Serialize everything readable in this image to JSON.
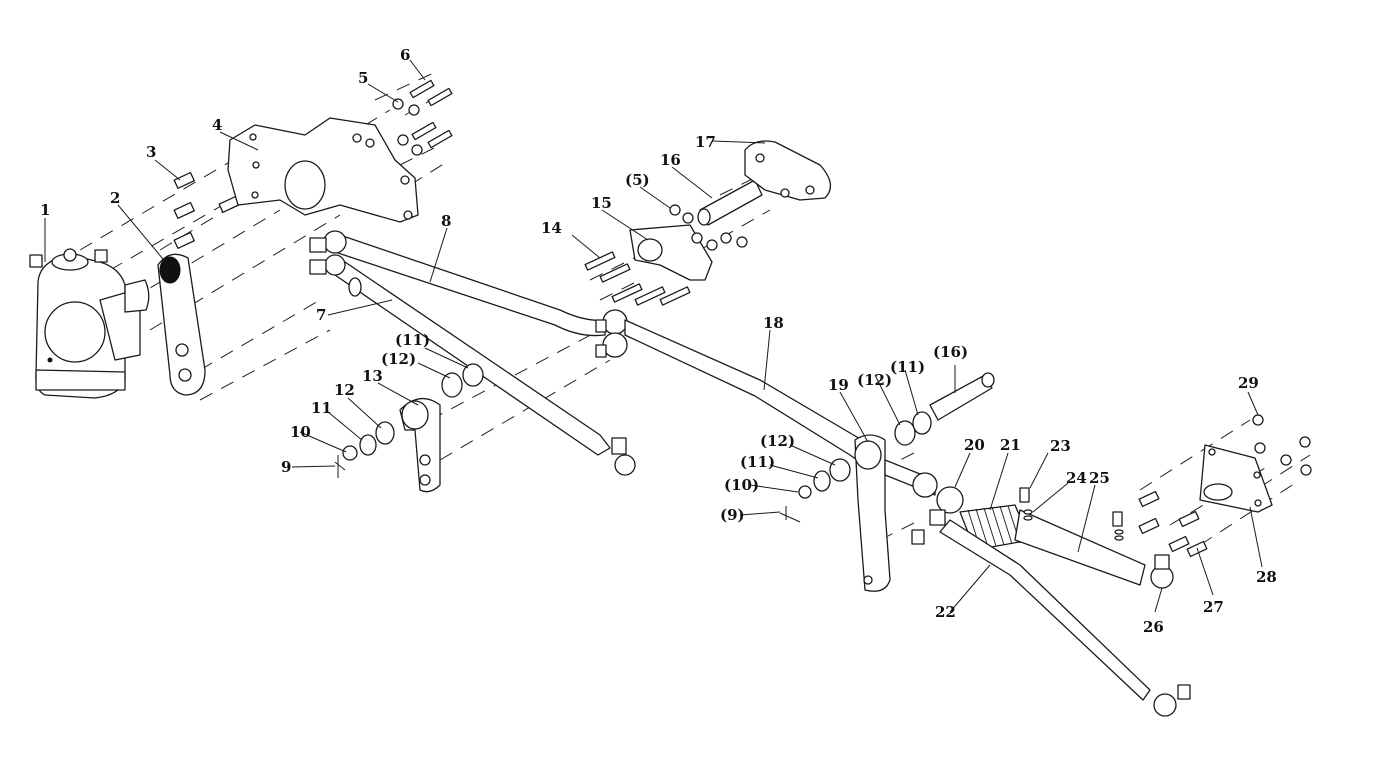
{
  "diagram": {
    "title": "Steering linkage exploded view",
    "callouts": [
      {
        "id": "c1",
        "label": "1"
      },
      {
        "id": "c2",
        "label": "2"
      },
      {
        "id": "c3",
        "label": "3"
      },
      {
        "id": "c4",
        "label": "4"
      },
      {
        "id": "c5",
        "label": "5"
      },
      {
        "id": "c6",
        "label": "6"
      },
      {
        "id": "c7",
        "label": "7"
      },
      {
        "id": "c8",
        "label": "8"
      },
      {
        "id": "c9",
        "label": "9"
      },
      {
        "id": "c10",
        "label": "10"
      },
      {
        "id": "c11",
        "label": "11"
      },
      {
        "id": "c12",
        "label": "12"
      },
      {
        "id": "c13",
        "label": "13"
      },
      {
        "id": "c11b",
        "label": "(11)"
      },
      {
        "id": "c12b",
        "label": "(12)"
      },
      {
        "id": "c14",
        "label": "14"
      },
      {
        "id": "c15",
        "label": "15"
      },
      {
        "id": "c5b",
        "label": "(5)"
      },
      {
        "id": "c16",
        "label": "16"
      },
      {
        "id": "c17",
        "label": "17"
      },
      {
        "id": "c18",
        "label": "18"
      },
      {
        "id": "c19",
        "label": "19"
      },
      {
        "id": "c12c",
        "label": "(12)"
      },
      {
        "id": "c11c",
        "label": "(11)"
      },
      {
        "id": "c16b",
        "label": "(16)"
      },
      {
        "id": "c12d",
        "label": "(12)"
      },
      {
        "id": "c11d",
        "label": "(11)"
      },
      {
        "id": "c10b",
        "label": "(10)"
      },
      {
        "id": "c9b",
        "label": "(9)"
      },
      {
        "id": "c20",
        "label": "20"
      },
      {
        "id": "c21",
        "label": "21"
      },
      {
        "id": "c23",
        "label": "23"
      },
      {
        "id": "c24",
        "label": "24"
      },
      {
        "id": "c25",
        "label": "25"
      },
      {
        "id": "c22",
        "label": "22"
      },
      {
        "id": "c26",
        "label": "26"
      },
      {
        "id": "c27",
        "label": "27"
      },
      {
        "id": "c28",
        "label": "28"
      },
      {
        "id": "c29",
        "label": "29"
      }
    ]
  }
}
